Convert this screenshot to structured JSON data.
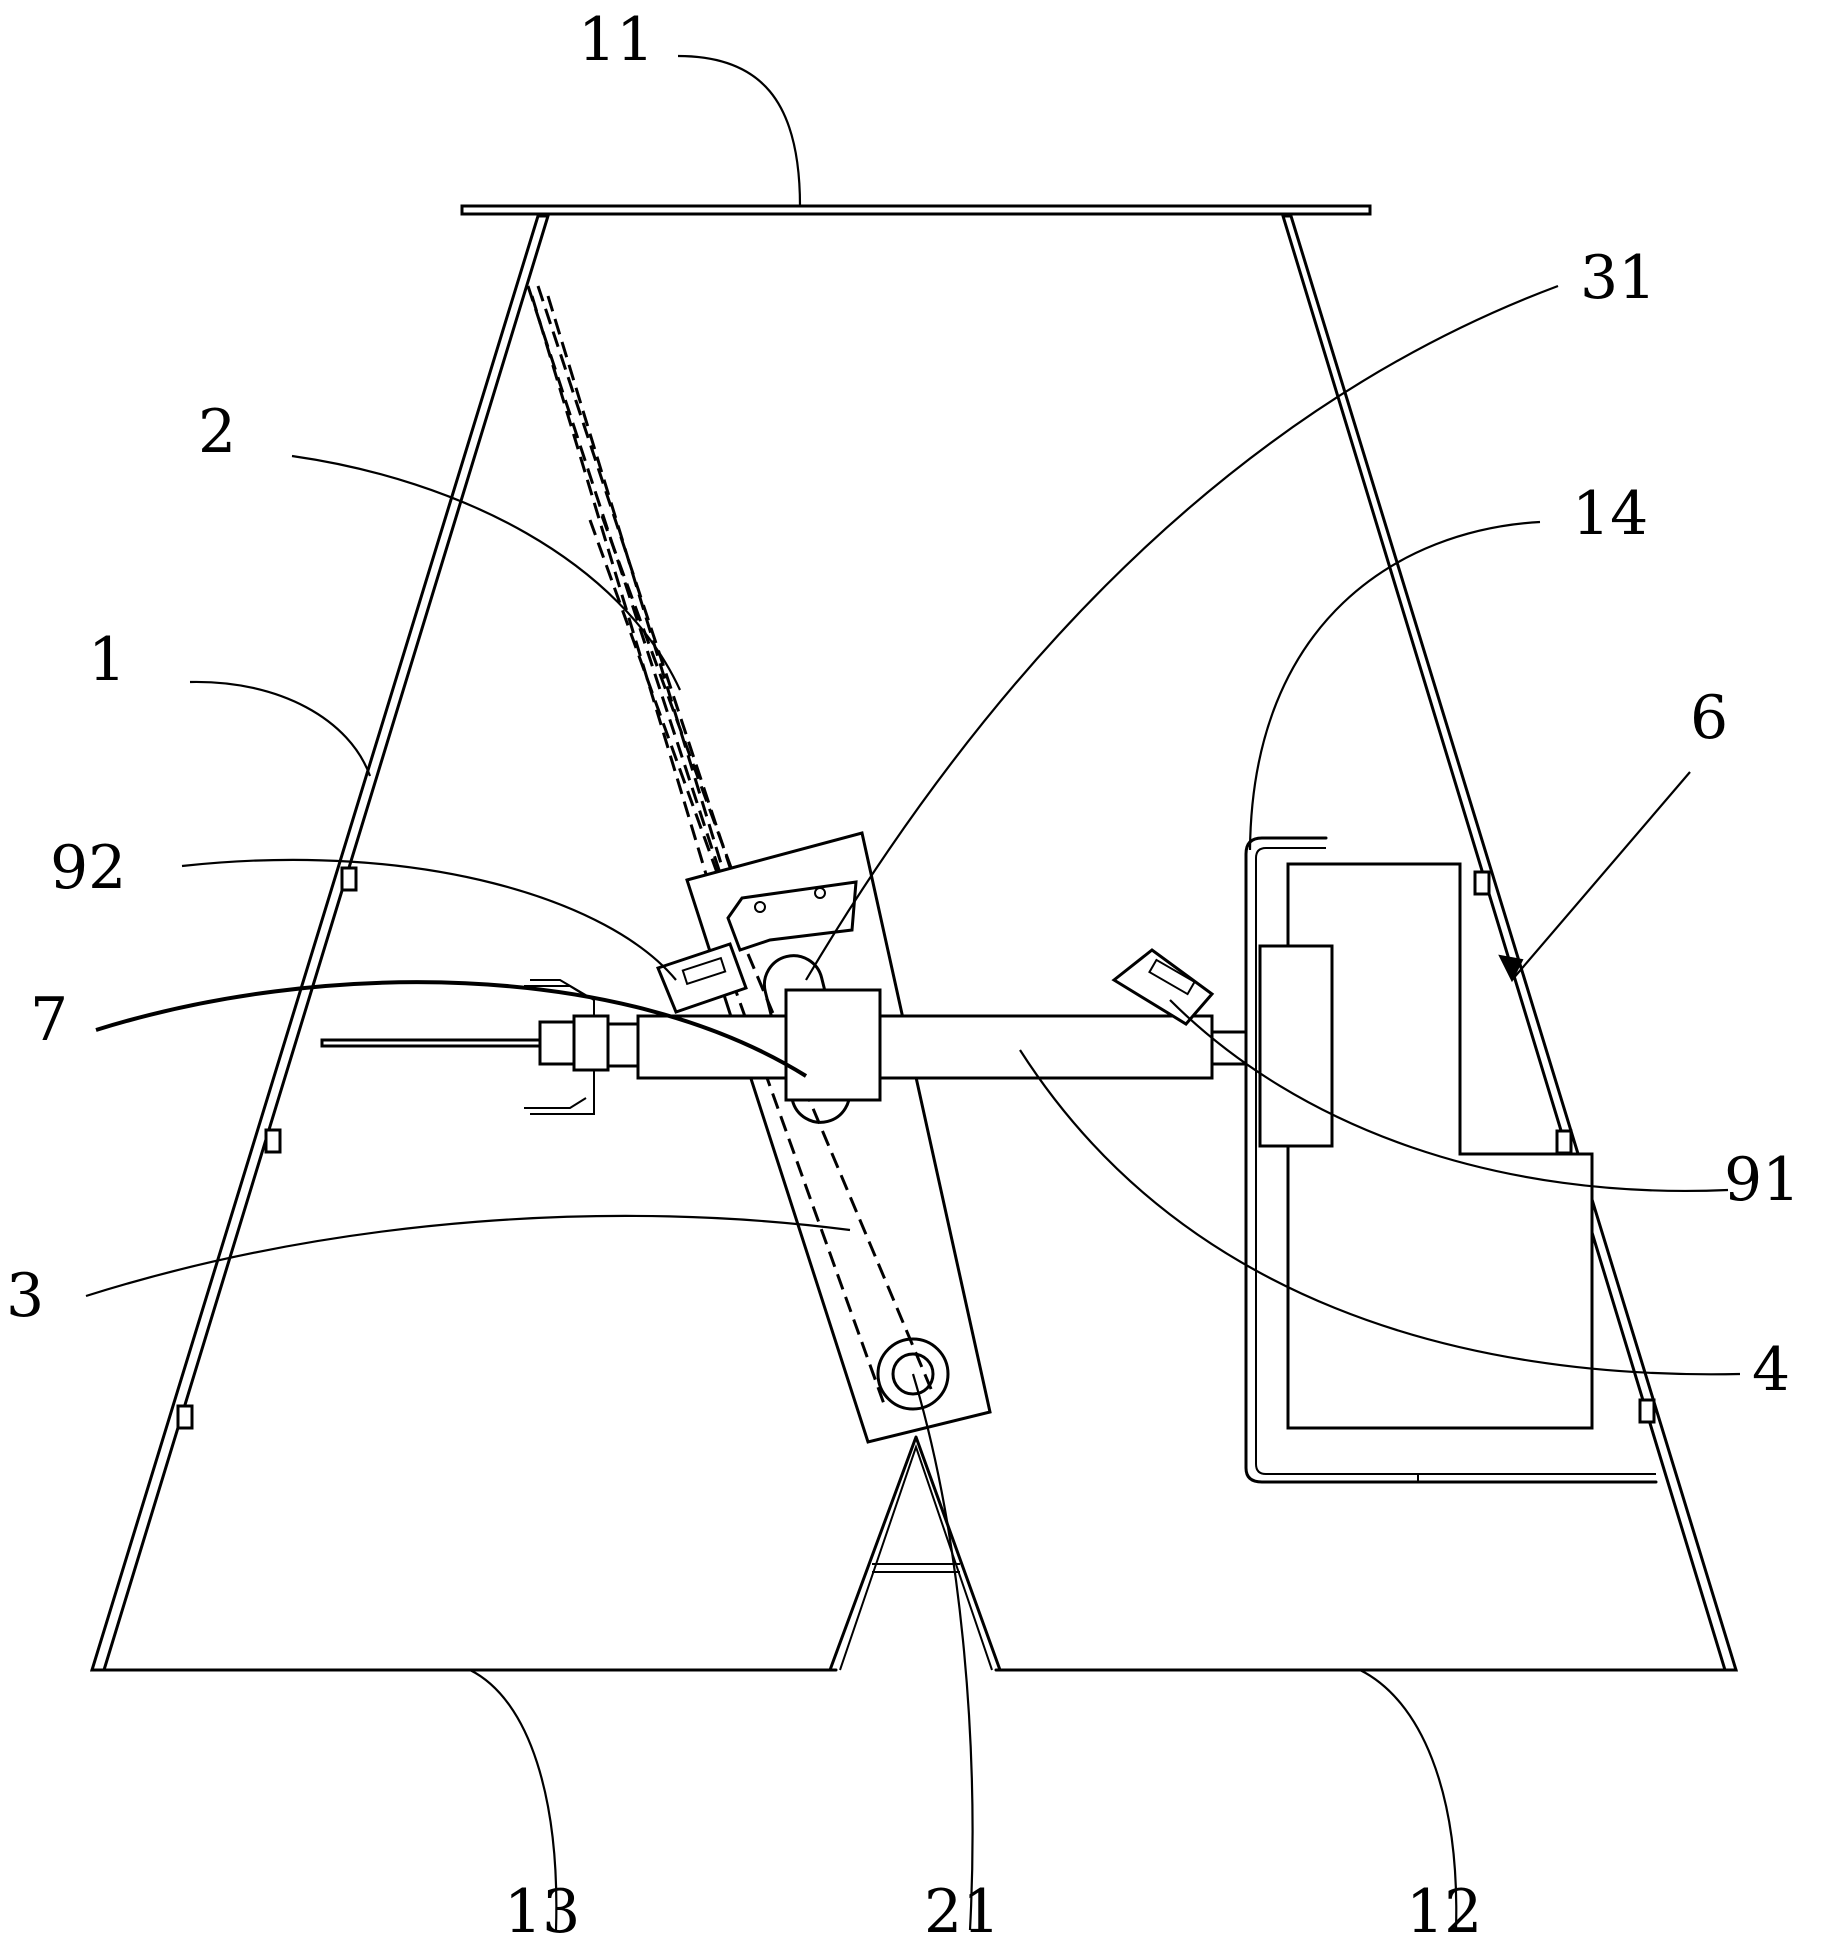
{
  "labels": {
    "l11": "11",
    "l31": "31",
    "l2": "2",
    "l14": "14",
    "l1": "1",
    "l6": "6",
    "l92": "92",
    "l7": "7",
    "l91": "91",
    "l3": "3",
    "l4": "4",
    "l13": "13",
    "l21": "21",
    "l12": "12"
  }
}
